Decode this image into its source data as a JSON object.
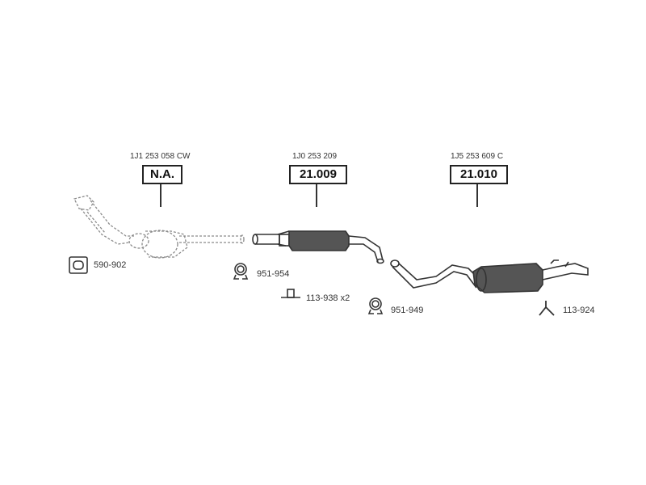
{
  "parts": [
    {
      "oem_number": "1J1 253 058 CW",
      "code": "N.A."
    },
    {
      "oem_number": "1J0 253 209",
      "code": "21.009"
    },
    {
      "oem_number": "1J5 253 609 C",
      "code": "21.010"
    }
  ],
  "accessories": [
    {
      "label": "590-902",
      "icon": "gasket-icon"
    },
    {
      "label": "951-954",
      "icon": "clamp-icon"
    },
    {
      "label": "113-938 x2",
      "icon": "mount-bracket-icon"
    },
    {
      "label": "951-949",
      "icon": "clamp-icon"
    },
    {
      "label": "113-924",
      "icon": "hanger-icon"
    }
  ],
  "colors": {
    "line": "#333333",
    "fill": "#555555",
    "ghost": "#8a8a8a"
  }
}
